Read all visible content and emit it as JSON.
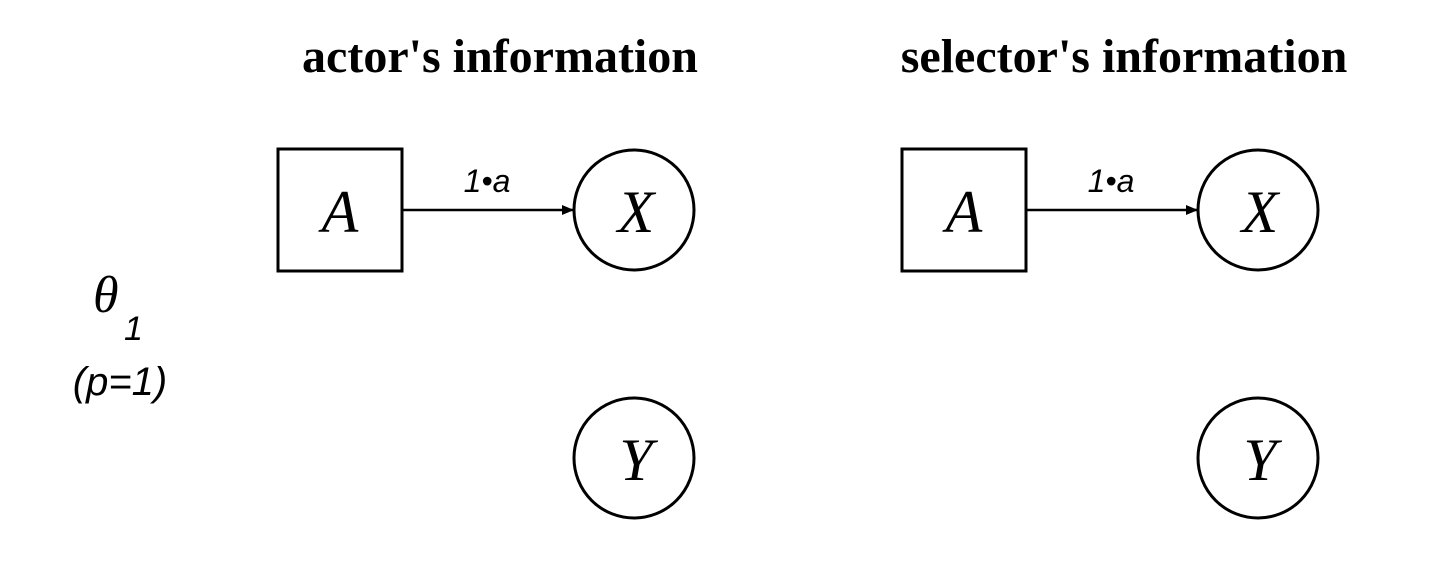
{
  "row_label": {
    "symbol": "θ",
    "subscript": "1",
    "probability": "(p=1)"
  },
  "panels": [
    {
      "heading": "actor's information",
      "node_a": "A",
      "node_x": "X",
      "node_y": "Y",
      "edge_label": "1•a"
    },
    {
      "heading": "selector's information",
      "node_a": "A",
      "node_x": "X",
      "node_y": "Y",
      "edge_label": "1•a"
    }
  ]
}
